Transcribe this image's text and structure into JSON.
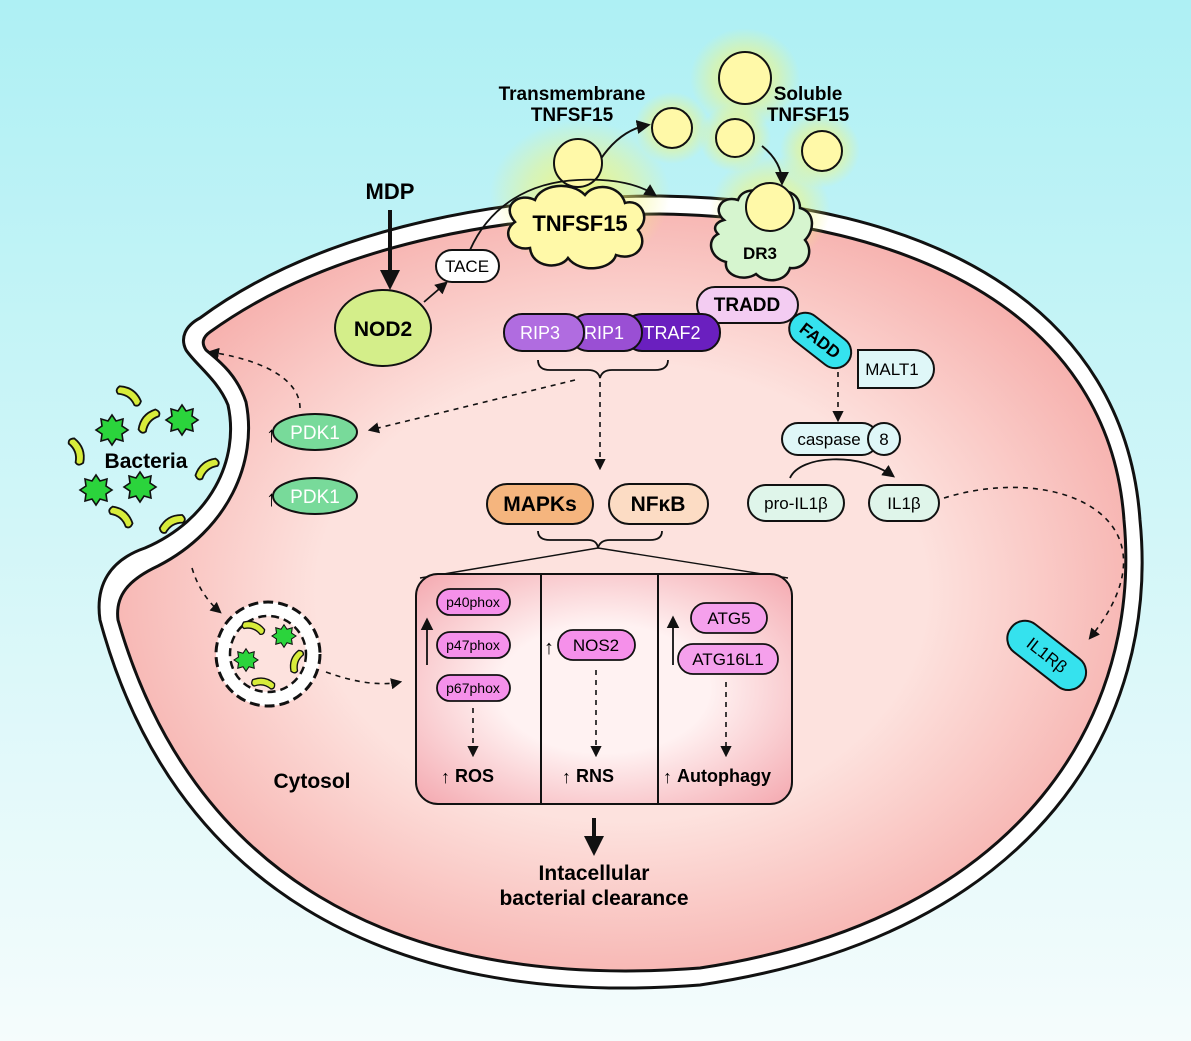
{
  "colors": {
    "bg_top": "#aef0f4",
    "bg_bottom": "#f5fcfc",
    "cytosol_center": "#fde2de",
    "cytosol_edge": "#f6aeab",
    "ligand": "#fff9a8",
    "glow": "#f4f57a",
    "nod2": "#d4ee8a",
    "tace": "#ffffff",
    "rip3": "#b06ce0",
    "rip1": "#9a4fd4",
    "traf2": "#6a1fbf",
    "tradd": "#f3ccf2",
    "fadd": "#35e2ee",
    "malt1": "#dff7f8",
    "caspase": "#dff7f8",
    "il1": "#dff5ea",
    "pdk1": "#78da9a",
    "mapks": "#f5b57e",
    "nfkb": "#fcdcc4",
    "phox": "#f590ea",
    "atg": "#f5a0ec",
    "bacteria_green": "#2bd43c",
    "bacteria_yellow": "#d8ec3a"
  },
  "labels": {
    "transmembrane": "Transmembrane",
    "tnfsf15_a": "TNFSF15",
    "soluble": "Soluble",
    "tnfsf15_b": "TNFSF15",
    "mdp": "MDP",
    "tnfsf15_membrane": "TNFSF15",
    "dr3": "DR3",
    "tace": "TACE",
    "nod2": "NOD2",
    "tradd": "TRADD",
    "fadd": "FADD",
    "malt1": "MALT1",
    "rip3": "RIP3",
    "rip1": "RIP1",
    "traf2": "TRAF2",
    "pdk1_a": "PDK1",
    "pdk1_b": "PDK1",
    "bacteria": "Bacteria",
    "caspase": "caspase",
    "eight": "8",
    "pro_il1b": "pro-IL1β",
    "il1b": "IL1β",
    "mapks": "MAPKs",
    "nfkb": "NFκB",
    "p40": "p40phox",
    "p47": "p47phox",
    "p67": "p67phox",
    "nos2": "NOS2",
    "atg5": "ATG5",
    "atg16l1": "ATG16L1",
    "ros": "ROS",
    "rns": "RNS",
    "autophagy": "Autophagy",
    "il1rb": "IL1Rβ",
    "cytosol": "Cytosol",
    "clearance_1": "Intacellular",
    "clearance_2": "bacterial clearance",
    "up_arrow": "↑"
  }
}
